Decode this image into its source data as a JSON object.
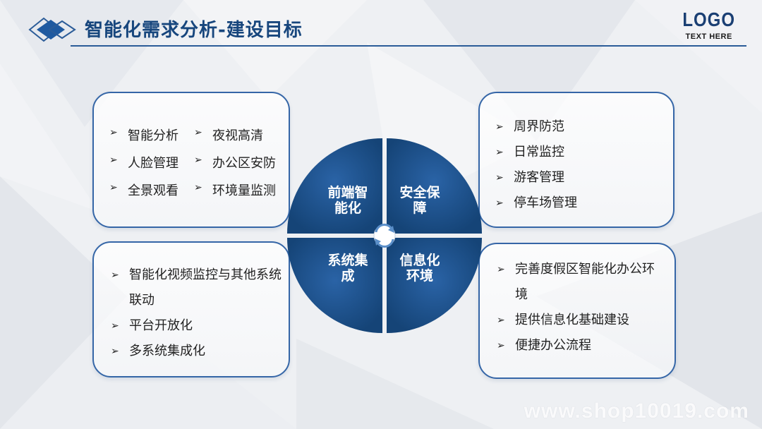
{
  "header": {
    "title": "智能化需求分析-建设目标",
    "logo": "LOGO",
    "logo_sub": "TEXT HERE"
  },
  "colors": {
    "accent": "#2b5c98",
    "circle_fill": "#1b4f8c",
    "title_color": "#17467d",
    "panel_border": "#3566a7"
  },
  "circle": {
    "top_left": [
      "前端智",
      "能化"
    ],
    "top_right": [
      "安全保",
      "障"
    ],
    "bottom_left": [
      "系统集",
      "成"
    ],
    "bottom_right": [
      "信息化",
      "环境"
    ]
  },
  "panels": {
    "top_left": {
      "col1": [
        "智能分析",
        "人脸管理",
        "全景观看"
      ],
      "col2": [
        "夜视高清",
        "办公区安防",
        "环境量监测"
      ]
    },
    "top_right": [
      "周界防范",
      "日常监控",
      "游客管理",
      "停车场管理"
    ],
    "bottom_left": [
      "智能化视频监控与其他系统联动",
      "平台开放化",
      "多系统集成化"
    ],
    "bottom_right": [
      "完善度假区智能化办公环境",
      "提供信息化基础建设",
      "便捷办公流程"
    ]
  },
  "watermark": "www.shop10019.com",
  "icons": {
    "bullet": "arrow-right-icon",
    "header": "diamond-icon",
    "center": "cycle-arrows-icon"
  }
}
